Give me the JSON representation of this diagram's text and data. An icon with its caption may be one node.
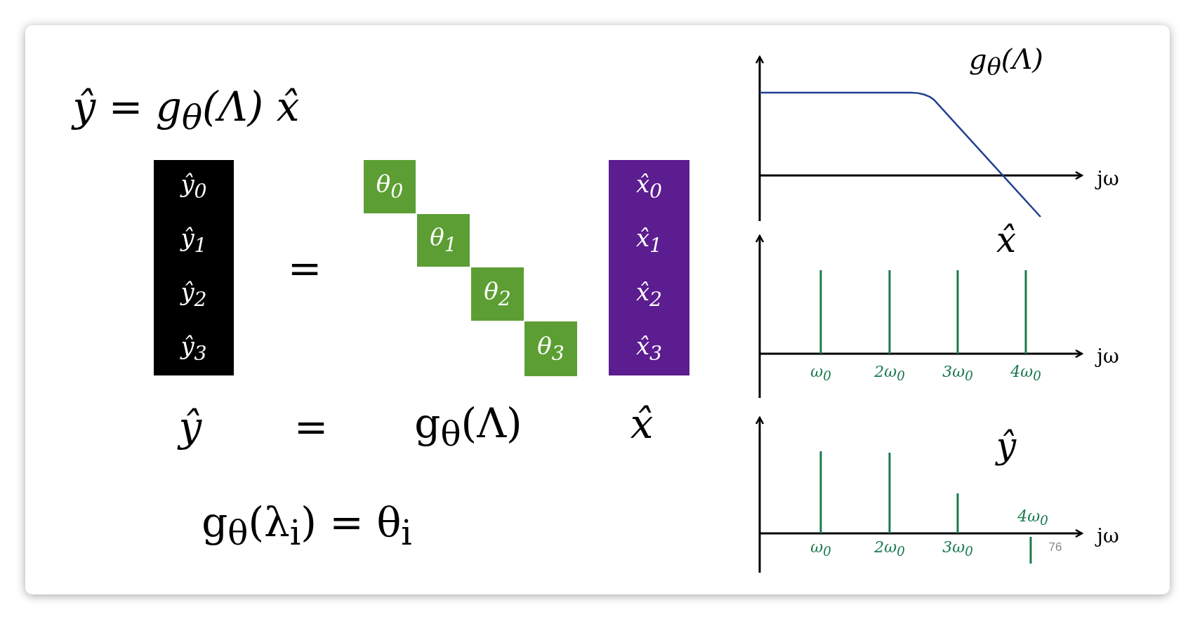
{
  "diagram": {
    "nodes": [
      {
        "text": [
          "ŷ$_{0}$",
          "ŷ$_{1}$",
          "ŷ$_{2}$",
          "ŷ$_{3}$"
        ]
      },
      {
        "text": [
          "θ$_{0}$"
        ]
      },
      {
        "text": [
          "θ$_{1}$"
        ]
      },
      {
        "text": [
          "θ$_{2}$"
        ]
      },
      {
        "text": [
          "θ$_{3}$"
        ]
      },
      {
        "text": [
          "x̂$_{0}$",
          "x̂$_{1}$",
          "x̂$_{2}$",
          "x̂$_{3}$"
        ]
      }
    ],
    "edges": [],
    "labels": [
      "ŷ = g$_{θ}$(Λ) x̂",
      "=",
      "ŷ",
      "=",
      "g$_{θ}$(Λ)",
      "x̂",
      "g$_{θ}$(λ$_{i}$) = θ$_{i}$",
      "g$_{θ}$(Λ)",
      "jω",
      "x̂",
      "ω$_{0}$",
      "2ω$_{0}$",
      "3ω$_{0}$",
      "4ω$_{0}$",
      "jω",
      "ŷ",
      "4ω$_{0}$",
      "ω$_{0}$",
      "2ω$_{0}$",
      "3ω$_{0}$",
      "jω",
      "76"
    ]
  }
}
